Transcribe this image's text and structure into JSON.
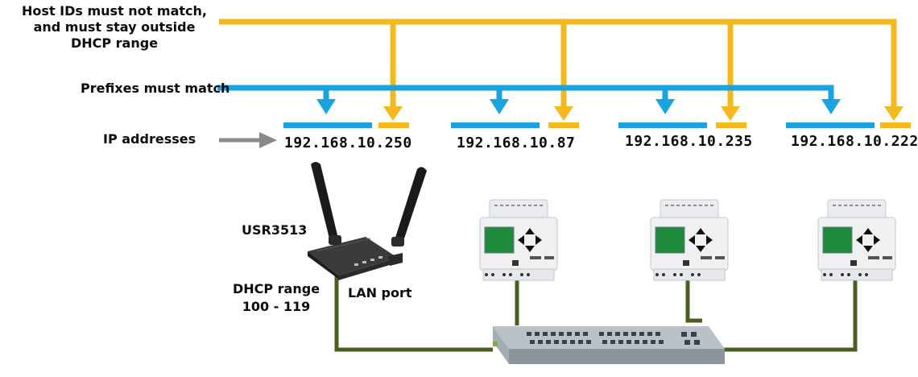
{
  "labels": {
    "host_ids_line1": "Host IDs must not match,",
    "host_ids_line2": "and must stay outside",
    "host_ids_line3": "DHCP range",
    "prefixes": "Prefixes must match",
    "ip_addresses": "IP addresses",
    "router_name": "USR3513",
    "dhcp_range_line1": "DHCP range",
    "dhcp_range_line2": "100 - 119",
    "lan_port": "LAN port"
  },
  "ip_list": [
    "192.168.10.250",
    "192.168.10.87",
    "192.168.10.235",
    "192.168.10.222"
  ],
  "colors": {
    "host_id_line": "#f5b91e",
    "prefix_line": "#1aa3e0",
    "ip_arrow": "#8a8a8a",
    "cable": "#4b5e22",
    "plc_display": "#1e8a3c"
  },
  "devices": {
    "router": "cellular-router-icon",
    "switch": "network-switch-icon",
    "plcs": [
      "plc-icon",
      "plc-icon",
      "plc-icon"
    ]
  }
}
